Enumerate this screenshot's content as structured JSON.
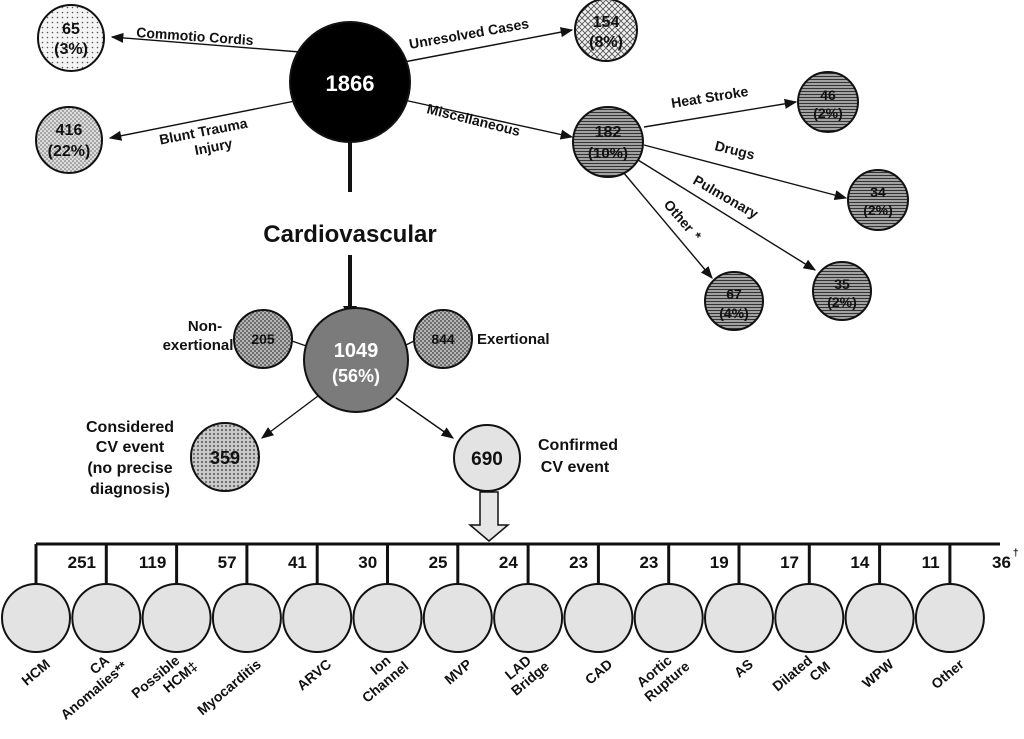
{
  "colors": {
    "ink": "#111111",
    "root_fill": "#000000",
    "cv_fill": "#7b7b7b",
    "confirmed_fill": "#e3e3e3",
    "leaf_fill": "#e3e3e3"
  },
  "root": {
    "value": "1866"
  },
  "branches": {
    "commotio": {
      "label": "Commotio Cordis",
      "value": "65",
      "pct": "(3%)"
    },
    "blunt": {
      "label_1": "Blunt Trauma",
      "label_2": "Injury",
      "value": "416",
      "pct": "(22%)"
    },
    "unresolved": {
      "label": "Unresolved Cases",
      "value": "154",
      "pct": "(8%)"
    },
    "misc": {
      "label": "Miscellaneous",
      "value": "182",
      "pct": "(10%)"
    },
    "cardiovascular": {
      "label": "Cardiovascular"
    }
  },
  "misc_children": {
    "heat": {
      "label": "Heat Stroke",
      "value": "46",
      "pct": "(2%)"
    },
    "drugs": {
      "label": "Drugs",
      "value": "34",
      "pct": "(2%)"
    },
    "pulmonary": {
      "label": "Pulmonary",
      "value": "35",
      "pct": "(2%)"
    },
    "other": {
      "label": "Other",
      "mark": "*",
      "value": "67",
      "pct": "(4%)"
    }
  },
  "cv": {
    "value": "1049",
    "pct": "(56%)",
    "nonexertional": {
      "label_1": "Non-",
      "label_2": "exertional",
      "value": "205"
    },
    "exertional": {
      "label": "Exertional",
      "value": "844"
    },
    "considered": {
      "label_1": "Considered",
      "label_2": "CV event",
      "label_3": "(no precise",
      "label_4": "diagnosis)",
      "value": "359"
    },
    "confirmed": {
      "label_1": "Confirmed",
      "label_2": "CV event",
      "value": "690"
    }
  },
  "breakdown": {
    "dagger_value": "36",
    "dagger_mark": "†",
    "items": [
      {
        "value": "251",
        "label_1": "HCM",
        "label_2": ""
      },
      {
        "value": "119",
        "label_1": "CA",
        "label_2": "Anomalies**"
      },
      {
        "value": "57",
        "label_1": "Possible",
        "label_2": "HCM‡"
      },
      {
        "value": "41",
        "label_1": "Myocarditis",
        "label_2": ""
      },
      {
        "value": "30",
        "label_1": "ARVC",
        "label_2": ""
      },
      {
        "value": "25",
        "label_1": "Ion",
        "label_2": "Channel"
      },
      {
        "value": "24",
        "label_1": "MVP",
        "label_2": ""
      },
      {
        "value": "23",
        "label_1": "LAD",
        "label_2": "Bridge"
      },
      {
        "value": "23",
        "label_1": "CAD",
        "label_2": ""
      },
      {
        "value": "19",
        "label_1": "Aortic",
        "label_2": "Rupture"
      },
      {
        "value": "17",
        "label_1": "AS",
        "label_2": ""
      },
      {
        "value": "14",
        "label_1": "Dilated",
        "label_2": "CM"
      },
      {
        "value": "11",
        "label_1": "WPW",
        "label_2": ""
      },
      {
        "value": "",
        "label_1": "Other",
        "label_2": ""
      }
    ]
  }
}
